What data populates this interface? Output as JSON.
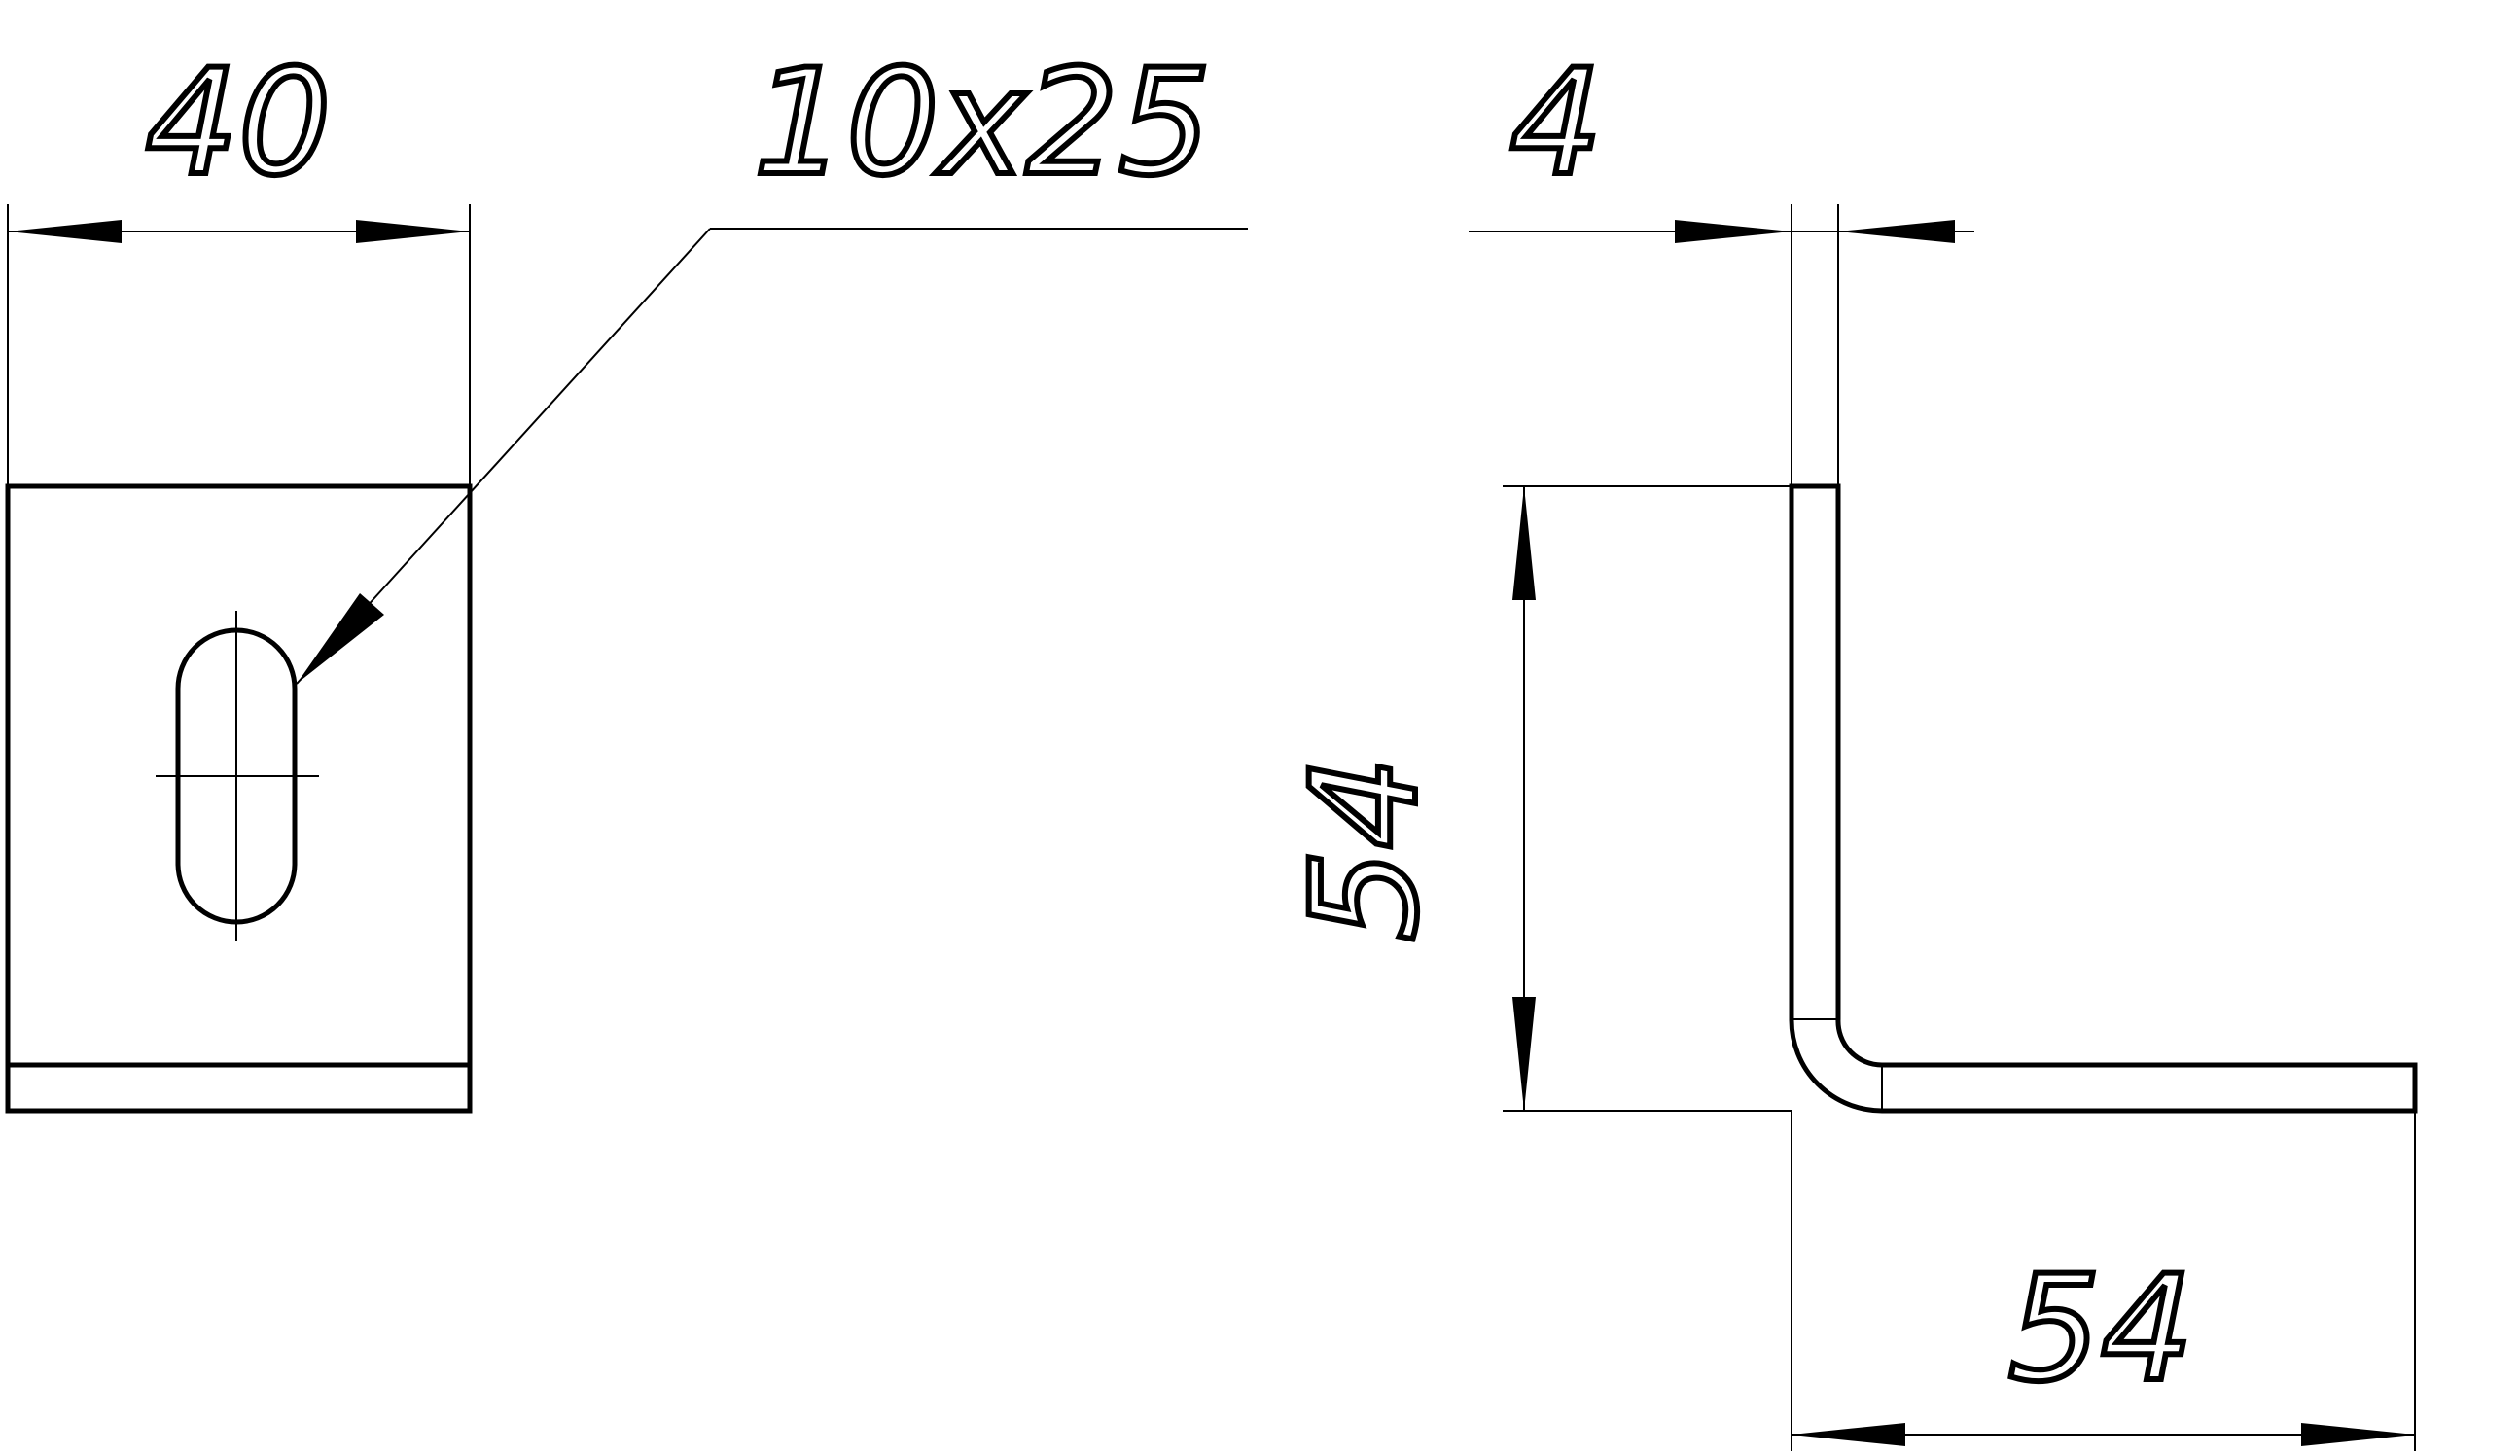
{
  "dimensions": {
    "front_width": "40",
    "slot_size": "10x25",
    "thickness": "4",
    "vertical_height": "54",
    "horizontal_length": "54"
  },
  "colors": {
    "line": "#000000",
    "background": "#ffffff"
  }
}
